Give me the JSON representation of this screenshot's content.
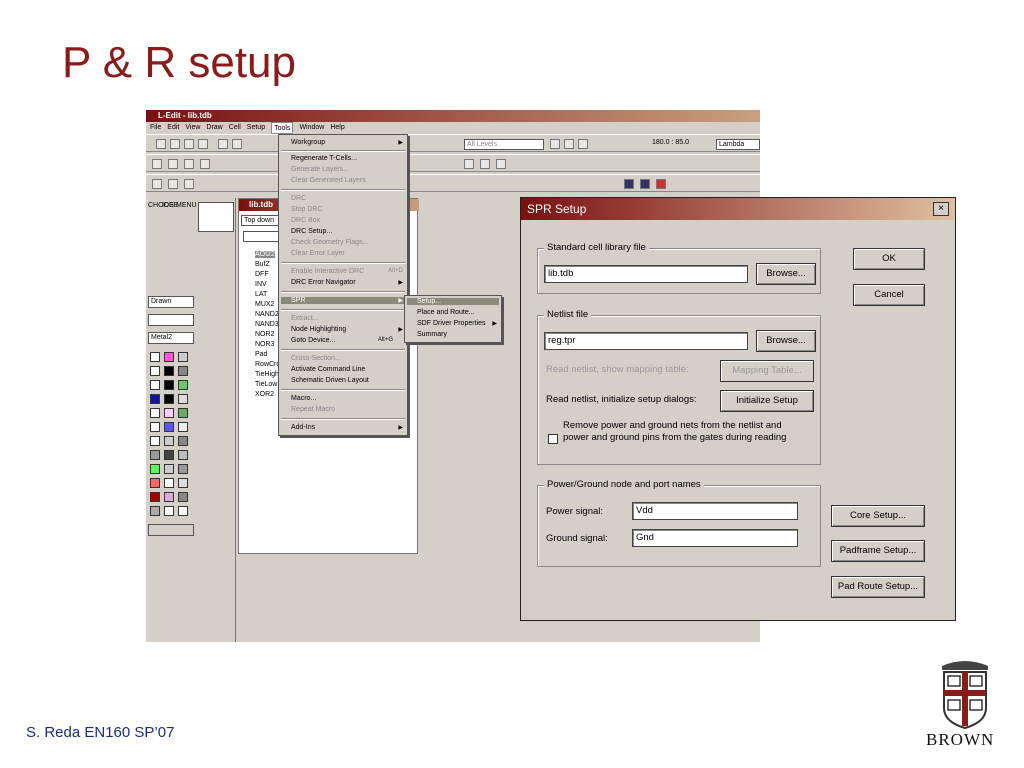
{
  "slide": {
    "title": "P & R setup",
    "footer": "S. Reda EN160 SP’07",
    "logo_text": "BROWN"
  },
  "ledit": {
    "title": "L-Edit - lib.tdb",
    "menu": [
      "File",
      "Edit",
      "View",
      "Draw",
      "Cell",
      "Setup",
      "Tools",
      "Window",
      "Help"
    ],
    "toolbar": {
      "levels": "All Levels",
      "coords": "180.0 : 85.0",
      "units": "Lambda"
    },
    "chooser_labels": [
      "CHOOSE",
      "IDE",
      "MENU"
    ],
    "drawn_select": "Drawn",
    "layer_select": "Metal2",
    "lib_window": {
      "title": "lib.tdb",
      "view_select": "Top down",
      "cells": [
        "AOI22",
        "BufZ",
        "DFF",
        "INV",
        "LAT",
        "MUX2",
        "NAND2",
        "NAND3",
        "NOR2",
        "NOR3",
        "Pad",
        "RowCrossing",
        "TieHigh",
        "TieLow",
        "XOR2"
      ]
    }
  },
  "tools_menu": {
    "items": [
      {
        "label": "Workgroup",
        "disabled": false,
        "sub": true
      },
      {
        "label": "Regenerate T-Cells...",
        "disabled": false
      },
      {
        "label": "Generate Layers...",
        "disabled": true
      },
      {
        "label": "Clear Generated Layers",
        "disabled": true
      },
      {
        "label": "DRC",
        "disabled": true
      },
      {
        "label": "Stop DRC",
        "disabled": true
      },
      {
        "label": "DRC Box",
        "disabled": true
      },
      {
        "label": "DRC Setup...",
        "disabled": false
      },
      {
        "label": "Check Geometry Flags...",
        "disabled": true
      },
      {
        "label": "Clear Error Layer",
        "disabled": true
      },
      {
        "label": "Enable Interactive DRC",
        "disabled": true,
        "shortcut": "Alt+D"
      },
      {
        "label": "DRC Error Navigator",
        "disabled": false,
        "sub": true
      },
      {
        "label": "SPR",
        "disabled": false,
        "sub": true,
        "highlight": true
      },
      {
        "label": "Extract...",
        "disabled": true
      },
      {
        "label": "Node Highlighting",
        "disabled": false,
        "sub": true
      },
      {
        "label": "Goto Device...",
        "disabled": false,
        "shortcut": "Alt+G"
      },
      {
        "label": "Cross-Section...",
        "disabled": true
      },
      {
        "label": "Activate Command Line",
        "disabled": false
      },
      {
        "label": "Schematic Driven Layout",
        "disabled": false
      },
      {
        "label": "Macro...",
        "disabled": false
      },
      {
        "label": "Repeat Macro",
        "disabled": true
      },
      {
        "label": "Add-Ins",
        "disabled": false,
        "sub": true
      }
    ],
    "spr_submenu": [
      "Setup...",
      "Place and Route...",
      "SDF Driver Properties",
      "Summary"
    ]
  },
  "spr_dialog": {
    "title": "SPR Setup",
    "close": "×",
    "std_cell": {
      "group": "Standard cell library file",
      "value": "lib.tdb",
      "browse": "Browse..."
    },
    "netlist": {
      "group": "Netlist file",
      "value": "reg.tpr",
      "browse": "Browse...",
      "read_mapping": "Read netlist, show mapping table:",
      "mapping_btn": "Mapping Table...",
      "read_init": "Read netlist, initialize setup dialogs:",
      "init_btn": "Initialize Setup",
      "remove_label": "Remove power and ground nets from the netlist and power and ground pins from the gates during reading"
    },
    "power": {
      "group": "Power/Ground node and port names",
      "power_label": "Power signal:",
      "power_value": "Vdd",
      "ground_label": "Ground signal:",
      "ground_value": "Gnd"
    },
    "buttons": {
      "ok": "OK",
      "cancel": "Cancel",
      "core": "Core Setup...",
      "padframe": "Padframe Setup...",
      "padroute": "Pad Route Setup..."
    }
  }
}
